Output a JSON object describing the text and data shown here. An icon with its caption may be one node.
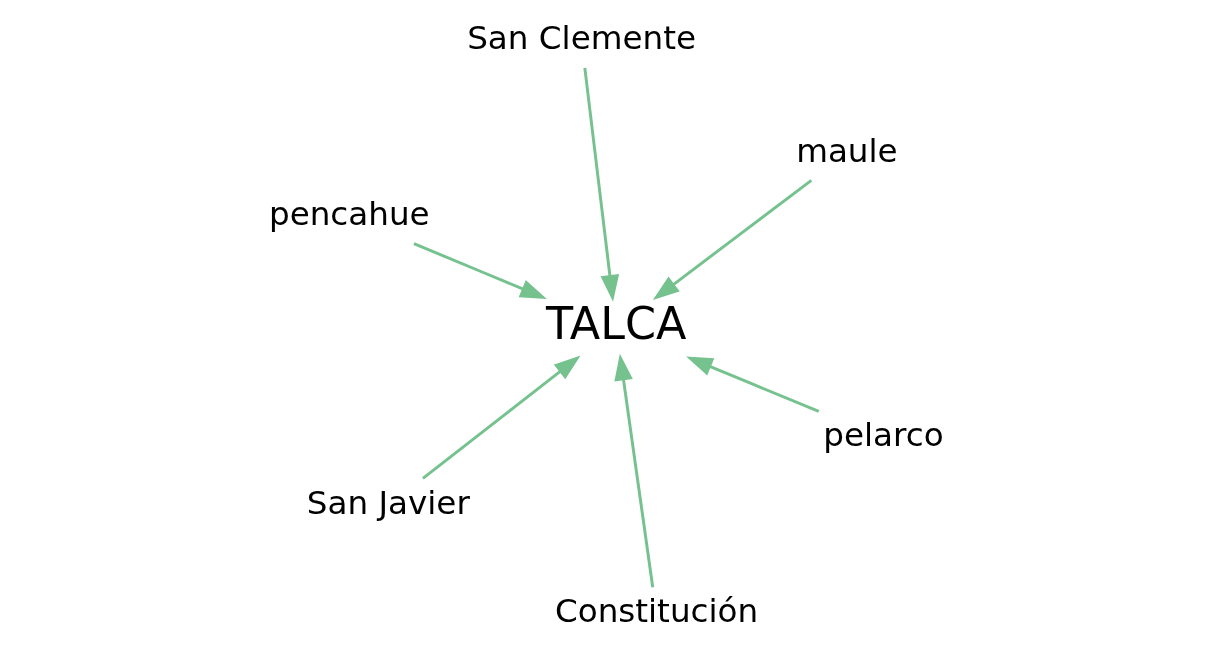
{
  "diagram": {
    "nodes": [
      {
        "text": [
          "pencahue"
        ]
      },
      {
        "text": [
          "pelarco"
        ]
      },
      {
        "text": [
          "Constitución"
        ]
      },
      {
        "text": [
          "TALCA"
        ]
      },
      {
        "text": [
          "maule"
        ]
      },
      {
        "text": [
          "San Clemente"
        ]
      },
      {
        "text": [
          "San Javier"
        ]
      }
    ],
    "edges": [
      {
        "from": 0,
        "to": 3,
        "arrow": "to"
      },
      {
        "from": 1,
        "to": 3,
        "arrow": "to"
      },
      {
        "from": 2,
        "to": 3,
        "arrow": "to"
      },
      {
        "from": 4,
        "to": 3,
        "arrow": "to"
      },
      {
        "from": 5,
        "to": 3,
        "arrow": "to"
      },
      {
        "from": 6,
        "to": 3,
        "arrow": "to"
      }
    ]
  }
}
